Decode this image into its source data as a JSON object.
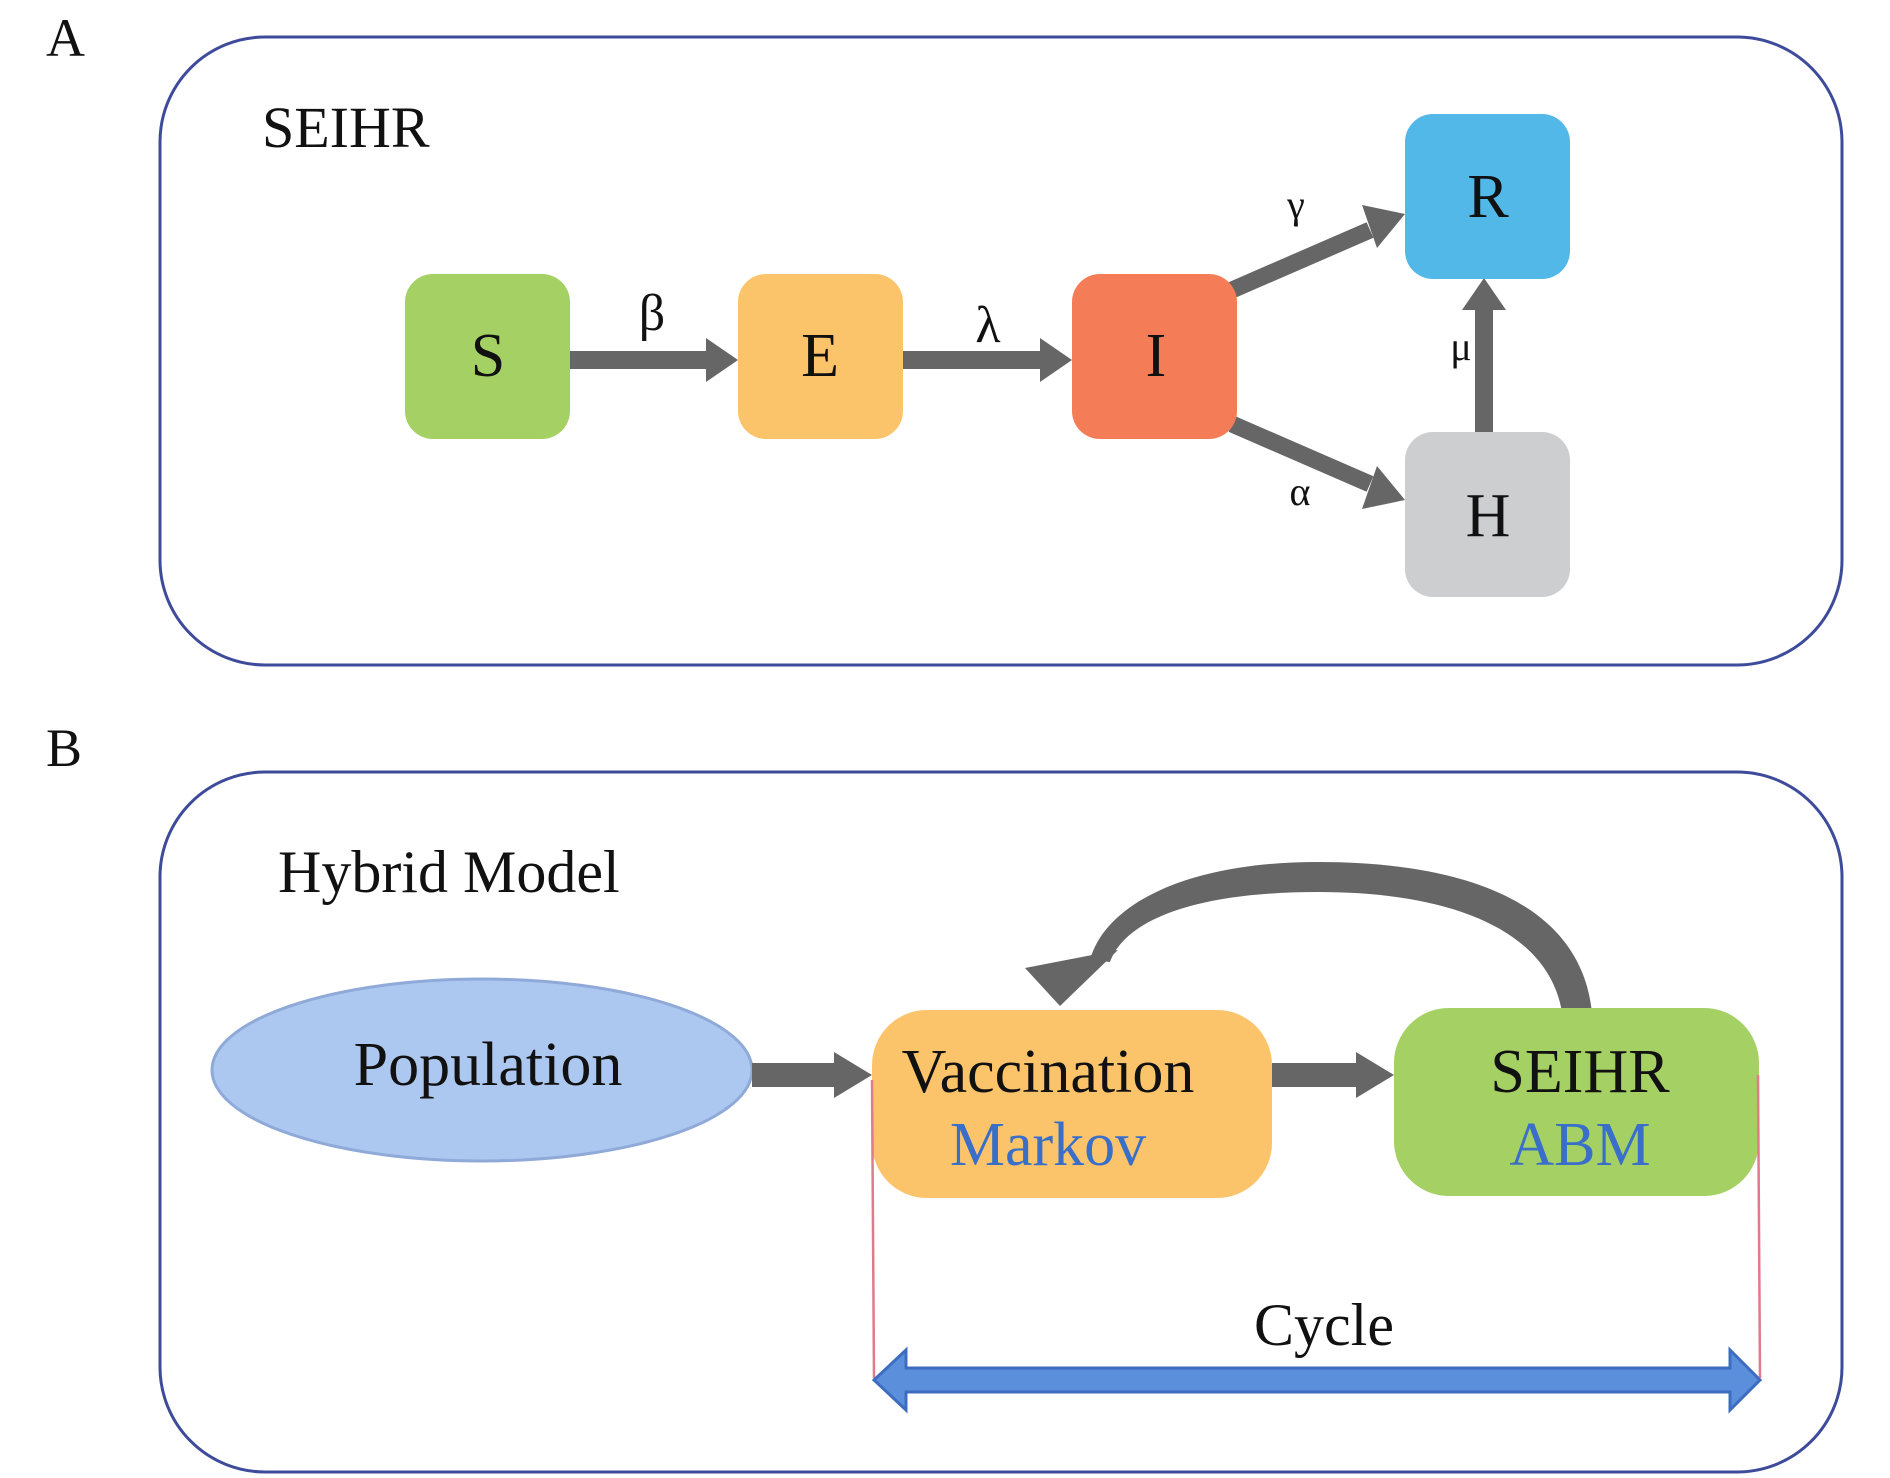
{
  "panel_a": {
    "letter": "A",
    "title": "SEIHR",
    "nodes": {
      "S": {
        "label": "S",
        "color": "#a5d063"
      },
      "E": {
        "label": "E",
        "color": "#fbc46b"
      },
      "I": {
        "label": "I",
        "color": "#f47c56"
      },
      "R": {
        "label": "R",
        "color": "#51b8e8"
      },
      "H": {
        "label": "H",
        "color": "#cdced0"
      }
    },
    "rates": {
      "beta": "β",
      "lambda": "λ",
      "gamma": "γ",
      "alpha": "α",
      "mu": "μ"
    }
  },
  "panel_b": {
    "letter": "B",
    "title": "Hybrid Model",
    "population": {
      "label": "Population",
      "color": "#adc8f0"
    },
    "vaccination": {
      "label": "Vaccination",
      "sublabel": "Markov",
      "color": "#fbc46b"
    },
    "seihr": {
      "label": "SEIHR",
      "sublabel": "ABM",
      "color": "#a5d063"
    },
    "cycle_label": "Cycle",
    "sublabel_color": "#3a6fc9"
  },
  "colors": {
    "frame": "#3d4b9a",
    "arrow": "#666666",
    "cycle_arrow": "#5b8fdb",
    "cycle_marker": "#e07a8c"
  }
}
